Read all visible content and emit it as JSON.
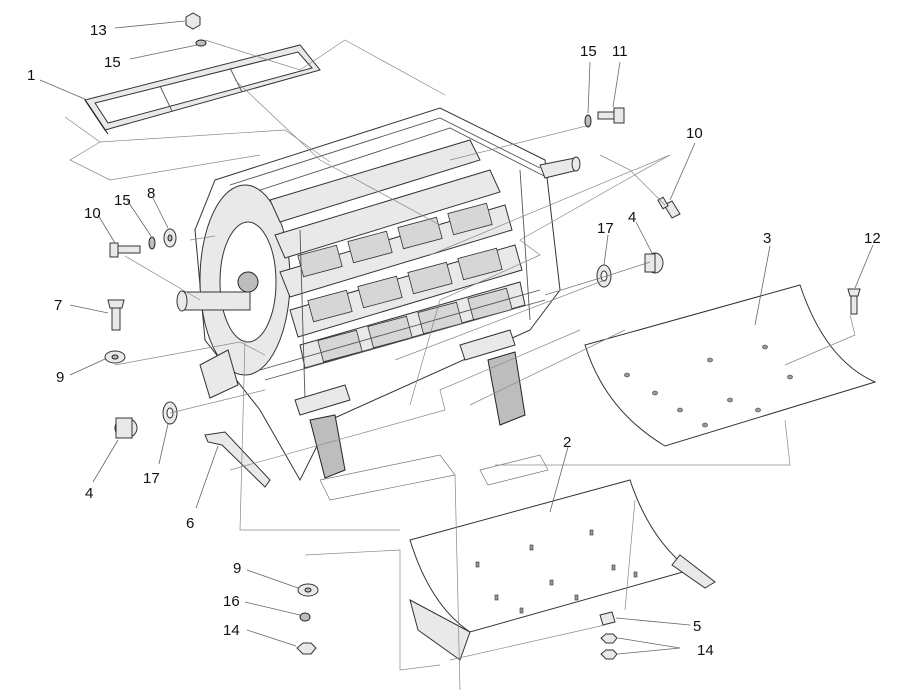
{
  "callouts": [
    {
      "id": "c13a",
      "label": "13"
    },
    {
      "id": "c15a",
      "label": "15"
    },
    {
      "id": "c1",
      "label": "1"
    },
    {
      "id": "c15b",
      "label": "15"
    },
    {
      "id": "c11",
      "label": "11"
    },
    {
      "id": "c10a",
      "label": "10"
    },
    {
      "id": "c10b",
      "label": "10"
    },
    {
      "id": "c15c",
      "label": "15"
    },
    {
      "id": "c8",
      "label": "8"
    },
    {
      "id": "c17a",
      "label": "17"
    },
    {
      "id": "c4a",
      "label": "4"
    },
    {
      "id": "c3",
      "label": "3"
    },
    {
      "id": "c12",
      "label": "12"
    },
    {
      "id": "c7",
      "label": "7"
    },
    {
      "id": "c9a",
      "label": "9"
    },
    {
      "id": "c2",
      "label": "2"
    },
    {
      "id": "c4b",
      "label": "4"
    },
    {
      "id": "c17b",
      "label": "17"
    },
    {
      "id": "c6",
      "label": "6"
    },
    {
      "id": "c9b",
      "label": "9"
    },
    {
      "id": "c16",
      "label": "16"
    },
    {
      "id": "c14a",
      "label": "14"
    },
    {
      "id": "c5",
      "label": "5"
    },
    {
      "id": "c14b",
      "label": "14"
    }
  ]
}
